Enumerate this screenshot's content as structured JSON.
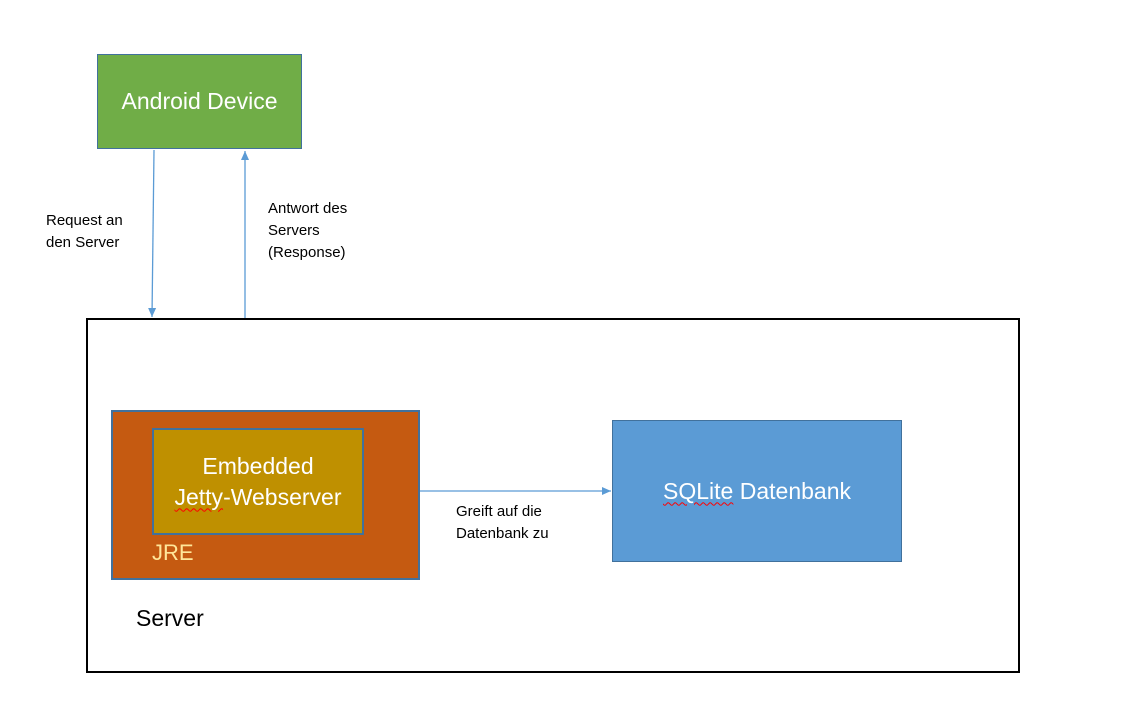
{
  "nodes": {
    "android": "Android Device",
    "server": "Server",
    "jre": "JRE",
    "jetty": {
      "line1": "Embedded",
      "line2_part1": "Jetty",
      "line2_part2": "-Webserver"
    },
    "sqlite": {
      "part1": "SQLite",
      "part2": " Datenbank"
    }
  },
  "edges": {
    "request": "Request an\nden Server",
    "response": "Antwort des\nServers\n(Response)",
    "db_access": "Greift auf die\nDatenbank zu"
  },
  "colors": {
    "android_fill": "#70ad47",
    "jre_fill": "#c55a11",
    "jetty_fill": "#bf9000",
    "sqlite_fill": "#5b9bd5",
    "border": "#41719c",
    "arrow": "#5b9bd5"
  }
}
